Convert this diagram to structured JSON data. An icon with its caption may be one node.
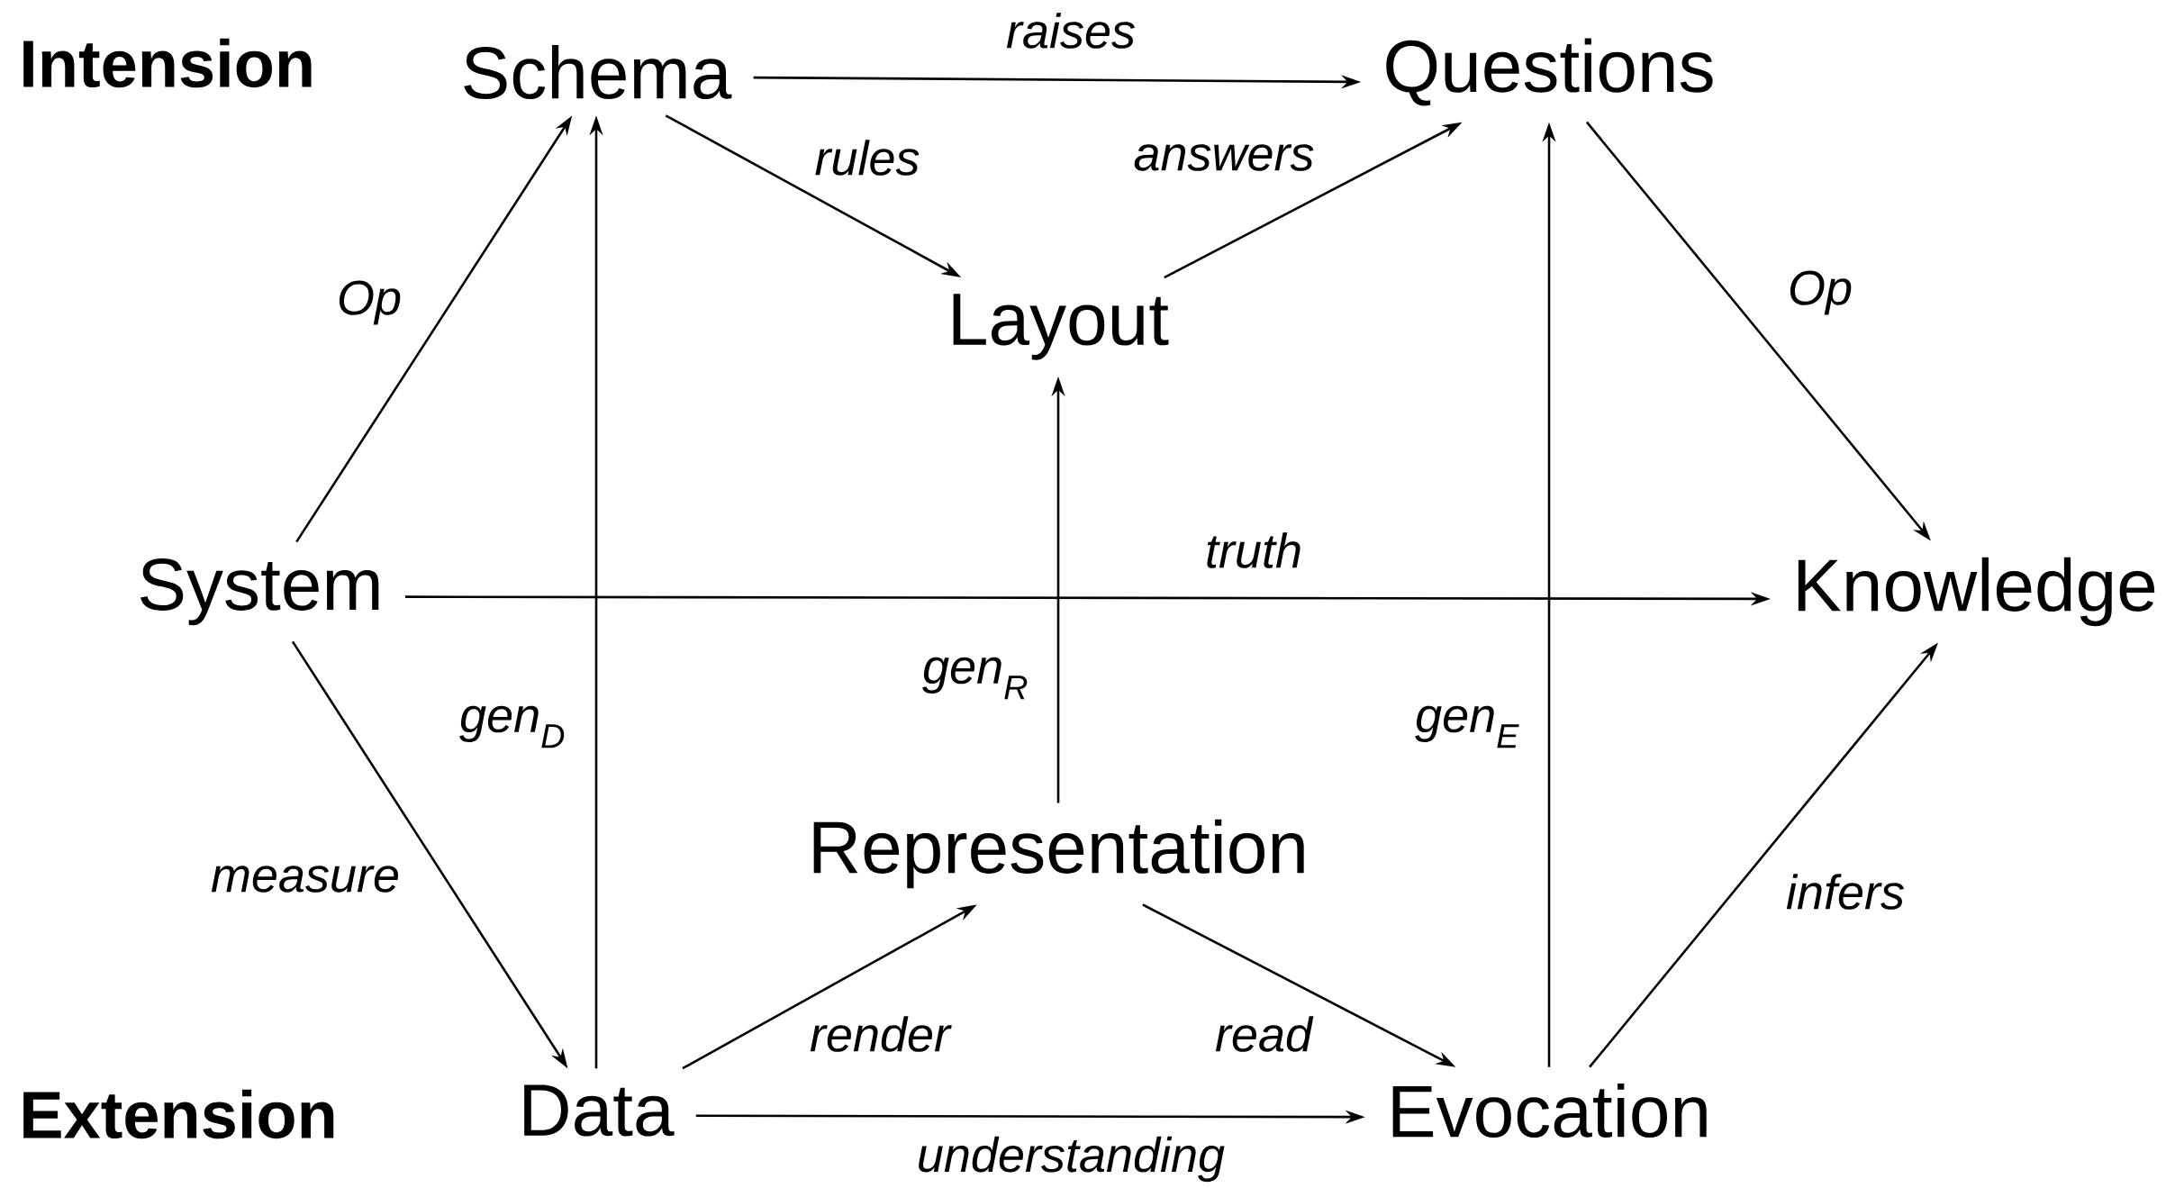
{
  "diagram": {
    "nodes": [
      {
        "text": [
          "Schema"
        ]
      },
      {
        "text": [
          "Questions"
        ]
      },
      {
        "text": [
          "Layout"
        ]
      },
      {
        "text": [
          "System"
        ]
      },
      {
        "text": [
          "Knowledge"
        ]
      },
      {
        "text": [
          "Representation"
        ]
      },
      {
        "text": [
          "Data"
        ]
      },
      {
        "text": [
          "Evocation"
        ]
      }
    ],
    "edges": [
      {
        "from": 0,
        "to": 1,
        "arrow": "to",
        "label": "raises"
      },
      {
        "from": 0,
        "to": 2,
        "arrow": "to",
        "label": "rules"
      },
      {
        "from": 2,
        "to": 1,
        "arrow": "to",
        "label": "answers"
      },
      {
        "from": 3,
        "to": 0,
        "arrow": "to",
        "label": "Op"
      },
      {
        "from": 1,
        "to": 4,
        "arrow": "to",
        "label": "Op"
      },
      {
        "from": 3,
        "to": 4,
        "arrow": "to",
        "label": "truth"
      },
      {
        "from": 6,
        "to": 0,
        "arrow": "to",
        "label": "gen$_{D}$"
      },
      {
        "from": 5,
        "to": 2,
        "arrow": "to",
        "label": "gen$_{R}$"
      },
      {
        "from": 7,
        "to": 1,
        "arrow": "to",
        "label": "gen$_{E}$"
      },
      {
        "from": 3,
        "to": 6,
        "arrow": "to",
        "label": "measure"
      },
      {
        "from": 6,
        "to": 5,
        "arrow": "to",
        "label": "render"
      },
      {
        "from": 5,
        "to": 7,
        "arrow": "to",
        "label": "read"
      },
      {
        "from": 6,
        "to": 7,
        "arrow": "to",
        "label": "understanding"
      },
      {
        "from": 7,
        "to": 4,
        "arrow": "to",
        "label": "infers"
      }
    ],
    "labels": [
      "Intension",
      "Extension"
    ]
  }
}
